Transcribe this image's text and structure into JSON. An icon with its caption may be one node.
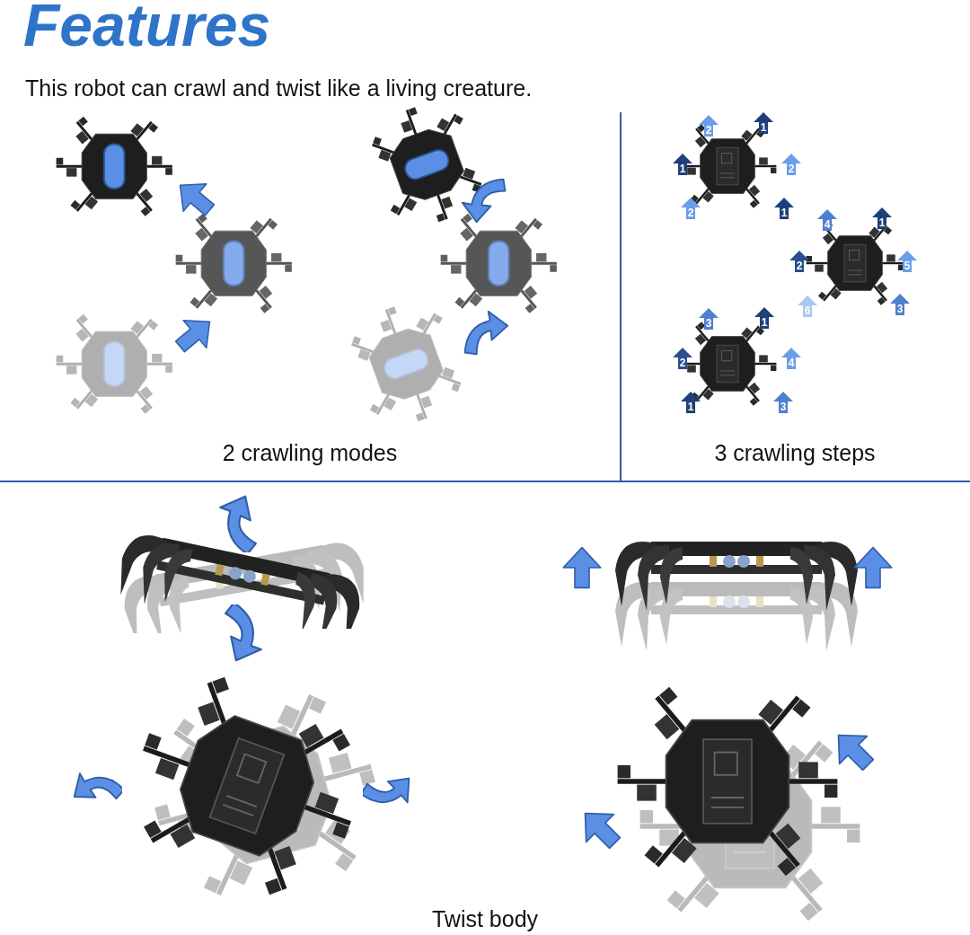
{
  "diagram": {
    "title": "Features",
    "labels": [
      "This robot can crawl and twist like a living creature.",
      "2",
      "1",
      "1",
      "2",
      "2",
      "1",
      "4",
      "1",
      "2",
      "5",
      "6",
      "3",
      "3",
      "1",
      "2",
      "4",
      "1",
      "3",
      "2 crawling modes",
      "3 crawling steps",
      "Twist body"
    ]
  }
}
